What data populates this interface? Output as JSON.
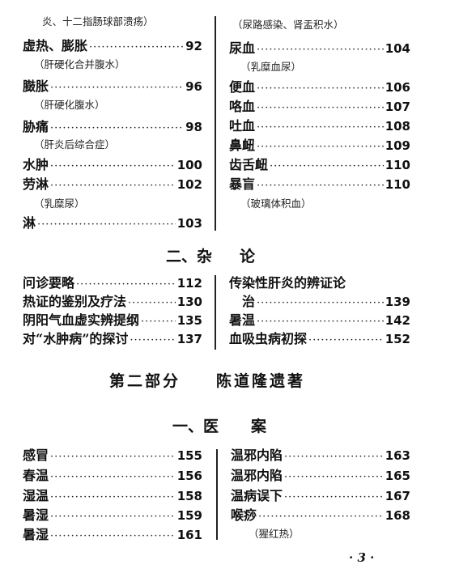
{
  "section1": {
    "left": [
      {
        "type": "note",
        "text": "炎、十二指肠球部溃疡）"
      },
      {
        "type": "entry",
        "title": "虚热、膨胀",
        "page": "92"
      },
      {
        "type": "note",
        "text": "（肝硬化合并腹水）"
      },
      {
        "type": "entry",
        "title": "臌胀",
        "page": "96"
      },
      {
        "type": "note",
        "text": "（肝硬化腹水）"
      },
      {
        "type": "entry",
        "title": "胁痛",
        "page": "98"
      },
      {
        "type": "note",
        "text": "（肝炎后综合症）"
      },
      {
        "type": "entry",
        "title": "水肿",
        "page": "100"
      },
      {
        "type": "entry",
        "title": "劳淋",
        "page": "102"
      },
      {
        "type": "note",
        "text": "（乳糜尿）"
      },
      {
        "type": "entry",
        "title": "淋",
        "page": "103"
      }
    ],
    "right": [
      {
        "type": "note",
        "text": "（尿路感染、肾盂积水）"
      },
      {
        "type": "entry",
        "title": "尿血",
        "page": "104"
      },
      {
        "type": "note",
        "text": "（乳糜血尿）"
      },
      {
        "type": "entry",
        "title": "便血",
        "page": "106"
      },
      {
        "type": "entry",
        "title": "咯血",
        "page": "107"
      },
      {
        "type": "entry",
        "title": "吐血",
        "page": "108"
      },
      {
        "type": "entry",
        "title": "鼻衄",
        "page": "109"
      },
      {
        "type": "entry",
        "title": "齿舌衄",
        "page": "110"
      },
      {
        "type": "entry",
        "title": "暴盲",
        "page": "110"
      },
      {
        "type": "note",
        "text": "（玻璃体积血）"
      }
    ]
  },
  "section2": {
    "heading": [
      "二、杂",
      "论"
    ],
    "left": [
      {
        "title": "问诊要略",
        "page": "112"
      },
      {
        "title": "热证的鉴别及疗法",
        "page": "130"
      },
      {
        "title": "阴阳气血虚实辨提纲",
        "page": "135"
      },
      {
        "title": "对“水肿病”的探讨",
        "page": "137"
      }
    ],
    "right_title_line1": "传染性肝炎的辨证论",
    "right": [
      {
        "title": "治",
        "page": "139"
      },
      {
        "title": "暑温",
        "page": "142"
      },
      {
        "title": "血吸虫病初探",
        "page": "152"
      }
    ]
  },
  "part2": {
    "label": "第二部分",
    "author": "陈道隆遗著"
  },
  "section3": {
    "heading": [
      "一、医",
      "案"
    ],
    "left": [
      {
        "title": "感冒",
        "page": "155"
      },
      {
        "title": "春温",
        "page": "156"
      },
      {
        "title": "湿温",
        "page": "158"
      },
      {
        "title": "暑湿",
        "page": "159"
      },
      {
        "title": "暑湿",
        "page": "161"
      }
    ],
    "right": [
      {
        "type": "entry",
        "title": "温邪内陷",
        "page": "163"
      },
      {
        "type": "entry",
        "title": "温邪内陷",
        "page": "165"
      },
      {
        "type": "entry",
        "title": "温病误下",
        "page": "167"
      },
      {
        "type": "entry",
        "title": "喉痧",
        "page": "168"
      },
      {
        "type": "note",
        "text": "（猩红热）"
      }
    ]
  },
  "page_number": "· 3 ·"
}
